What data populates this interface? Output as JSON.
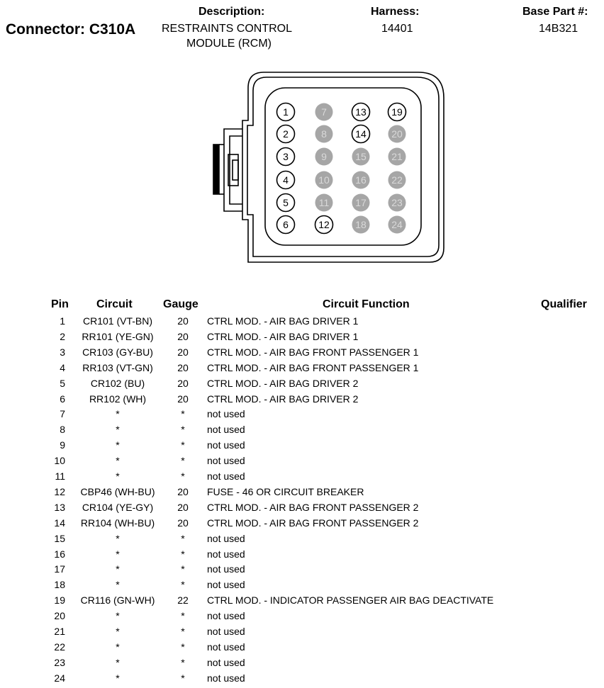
{
  "header": {
    "connector_label": "Connector: C310A",
    "description_label": "Description:",
    "description_line1": "RESTRAINTS CONTROL",
    "description_line2": "MODULE (RCM)",
    "harness_label": "Harness:",
    "harness_value": "14401",
    "base_part_label": "Base Part #:",
    "base_part_value": "14B321"
  },
  "connector": {
    "used_pin_color": "#000000",
    "unused_pin_color": "#a6a6a6",
    "pins": [
      {
        "label": "1",
        "used": true
      },
      {
        "label": "2",
        "used": true
      },
      {
        "label": "3",
        "used": true
      },
      {
        "label": "4",
        "used": true
      },
      {
        "label": "5",
        "used": true
      },
      {
        "label": "6",
        "used": true
      },
      {
        "label": "7",
        "used": false
      },
      {
        "label": "8",
        "used": false
      },
      {
        "label": "9",
        "used": false
      },
      {
        "label": "10",
        "used": false
      },
      {
        "label": "11",
        "used": false
      },
      {
        "label": "12",
        "used": true
      },
      {
        "label": "13",
        "used": true
      },
      {
        "label": "14",
        "used": true
      },
      {
        "label": "15",
        "used": false
      },
      {
        "label": "16",
        "used": false
      },
      {
        "label": "17",
        "used": false
      },
      {
        "label": "18",
        "used": false
      },
      {
        "label": "19",
        "used": true
      },
      {
        "label": "20",
        "used": false
      },
      {
        "label": "21",
        "used": false
      },
      {
        "label": "22",
        "used": false
      },
      {
        "label": "23",
        "used": false
      },
      {
        "label": "24",
        "used": false
      }
    ]
  },
  "table": {
    "headers": {
      "pin": "Pin",
      "circuit": "Circuit",
      "gauge": "Gauge",
      "function": "Circuit Function",
      "qualifier": "Qualifier"
    },
    "rows": [
      {
        "pin": "1",
        "circuit": "CR101 (VT-BN)",
        "gauge": "20",
        "function": "CTRL MOD. - AIR BAG DRIVER 1"
      },
      {
        "pin": "2",
        "circuit": "RR101 (YE-GN)",
        "gauge": "20",
        "function": "CTRL MOD. - AIR BAG DRIVER 1"
      },
      {
        "pin": "3",
        "circuit": "CR103 (GY-BU)",
        "gauge": "20",
        "function": "CTRL MOD. - AIR BAG FRONT PASSENGER 1"
      },
      {
        "pin": "4",
        "circuit": "RR103 (VT-GN)",
        "gauge": "20",
        "function": "CTRL MOD. - AIR BAG FRONT PASSENGER 1"
      },
      {
        "pin": "5",
        "circuit": "CR102 (BU)",
        "gauge": "20",
        "function": "CTRL MOD. - AIR BAG DRIVER 2"
      },
      {
        "pin": "6",
        "circuit": "RR102 (WH)",
        "gauge": "20",
        "function": "CTRL MOD. - AIR BAG DRIVER 2"
      },
      {
        "pin": "7",
        "circuit": "*",
        "gauge": "*",
        "function": "not used"
      },
      {
        "pin": "8",
        "circuit": "*",
        "gauge": "*",
        "function": "not used"
      },
      {
        "pin": "9",
        "circuit": "*",
        "gauge": "*",
        "function": "not used"
      },
      {
        "pin": "10",
        "circuit": "*",
        "gauge": "*",
        "function": "not used"
      },
      {
        "pin": "11",
        "circuit": "*",
        "gauge": "*",
        "function": "not used"
      },
      {
        "pin": "12",
        "circuit": "CBP46 (WH-BU)",
        "gauge": "20",
        "function": "FUSE - 46 OR CIRCUIT BREAKER"
      },
      {
        "pin": "13",
        "circuit": "CR104 (YE-GY)",
        "gauge": "20",
        "function": "CTRL MOD. - AIR BAG FRONT PASSENGER 2"
      },
      {
        "pin": "14",
        "circuit": "RR104 (WH-BU)",
        "gauge": "20",
        "function": "CTRL MOD. - AIR BAG FRONT PASSENGER 2"
      },
      {
        "pin": "15",
        "circuit": "*",
        "gauge": "*",
        "function": "not used"
      },
      {
        "pin": "16",
        "circuit": "*",
        "gauge": "*",
        "function": "not used"
      },
      {
        "pin": "17",
        "circuit": "*",
        "gauge": "*",
        "function": "not used"
      },
      {
        "pin": "18",
        "circuit": "*",
        "gauge": "*",
        "function": "not used"
      },
      {
        "pin": "19",
        "circuit": "CR116 (GN-WH)",
        "gauge": "22",
        "function": "CTRL MOD. - INDICATOR PASSENGER AIR BAG DEACTIVATE"
      },
      {
        "pin": "20",
        "circuit": "*",
        "gauge": "*",
        "function": "not used"
      },
      {
        "pin": "21",
        "circuit": "*",
        "gauge": "*",
        "function": "not used"
      },
      {
        "pin": "22",
        "circuit": "*",
        "gauge": "*",
        "function": "not used"
      },
      {
        "pin": "23",
        "circuit": "*",
        "gauge": "*",
        "function": "not used"
      },
      {
        "pin": "24",
        "circuit": "*",
        "gauge": "*",
        "function": "not used"
      }
    ]
  }
}
